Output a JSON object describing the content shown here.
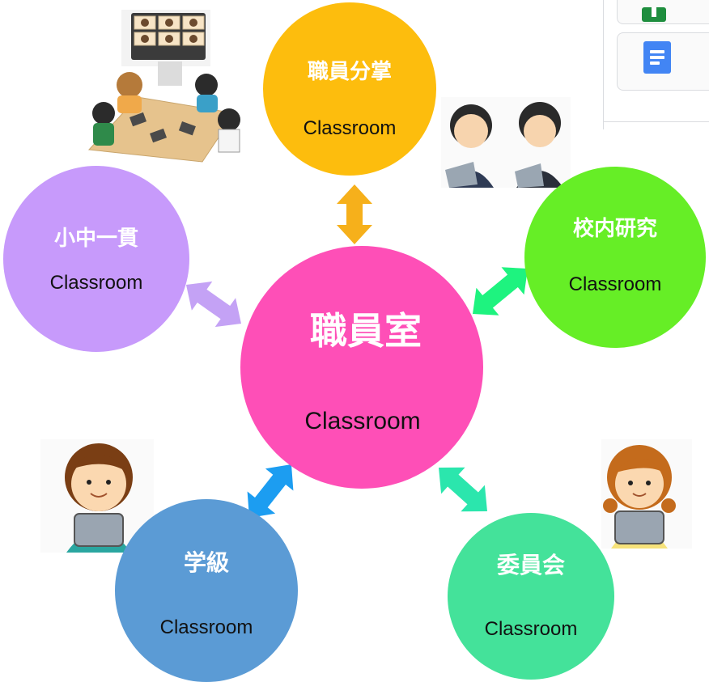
{
  "diagram": {
    "center": {
      "title": "職員室",
      "subtitle": "Classroom",
      "color": "#fe4fb7"
    },
    "top": {
      "title": "職員分掌",
      "subtitle": "Classroom",
      "color": "#fdbd0d"
    },
    "left": {
      "title": "小中一貫",
      "subtitle": "Classroom",
      "color": "#c79afb"
    },
    "right": {
      "title": "校内研究",
      "subtitle": "Classroom",
      "color": "#66ee26"
    },
    "bottom_left": {
      "title": "学級",
      "subtitle": "Classroom",
      "color": "#5b9bd5"
    },
    "bottom_right": {
      "title": "委員会",
      "subtitle": "Classroom",
      "color": "#44e29a"
    }
  },
  "arrow_colors": {
    "top": "#f6b01b",
    "left": "#c4a2f5",
    "right": "#1ef37f",
    "bottom_left": "#1c9df1",
    "bottom_right": "#2be6ad"
  },
  "illustrations": [
    {
      "name": "video-meeting-illustration"
    },
    {
      "name": "teachers-with-tablets-illustration"
    },
    {
      "name": "boy-with-tablet-illustration"
    },
    {
      "name": "girl-with-tablet-illustration"
    }
  ],
  "icons": [
    "sheets-icon",
    "docs-icon"
  ]
}
